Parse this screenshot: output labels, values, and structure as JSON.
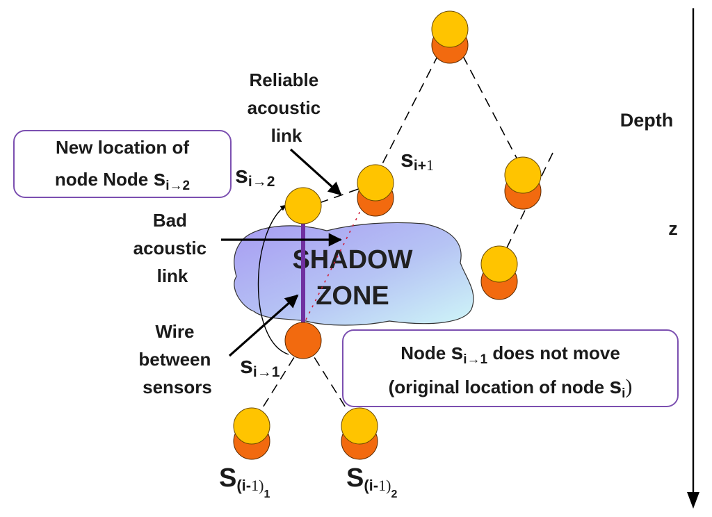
{
  "axis": {
    "depth_label": "Depth",
    "z_label": "z"
  },
  "shadow_zone": {
    "line1": "SHADOW",
    "line2": "ZONE"
  },
  "labels": {
    "reliable_link": [
      "Reliable",
      "acoustic",
      "link"
    ],
    "bad_link": [
      "Bad",
      "acoustic",
      "link"
    ],
    "wire": [
      "Wire",
      "between",
      "sensors"
    ]
  },
  "boxes": {
    "new_location": {
      "line1": "New location of",
      "line2_prefix": "node Node ",
      "line2_s": "s",
      "line2_sub": "i→2"
    },
    "does_not_move": {
      "line1_prefix": "Node ",
      "line1_s": "s",
      "line1_sub": "i→1",
      "line1_suffix": " does not move",
      "line2_prefix": "(original location of node ",
      "line2_s": "s",
      "line2_sub": "i",
      "line2_suffix": ")"
    }
  },
  "node_labels": {
    "s_i_2": {
      "s": "s",
      "sub": "i→2"
    },
    "s_i_plus_1": {
      "s": "s",
      "sub_bold": "i+",
      "sub_num": "1"
    },
    "s_i_1": {
      "s": "s",
      "sub": "i→1"
    },
    "s_im1_1": {
      "s": "S",
      "sub_open": "(i-",
      "sub_num": "1)",
      "subsub": "1"
    },
    "s_im1_2": {
      "s": "S",
      "sub_open": "(i-",
      "sub_num": "1)",
      "subsub": "2"
    }
  },
  "colors": {
    "node_yellow": "#FFC400",
    "node_orange": "#F26A0F",
    "wire_purple": "#7030A0",
    "box_border": "#7B4FB0",
    "bad_link_red": "#D0203A"
  }
}
